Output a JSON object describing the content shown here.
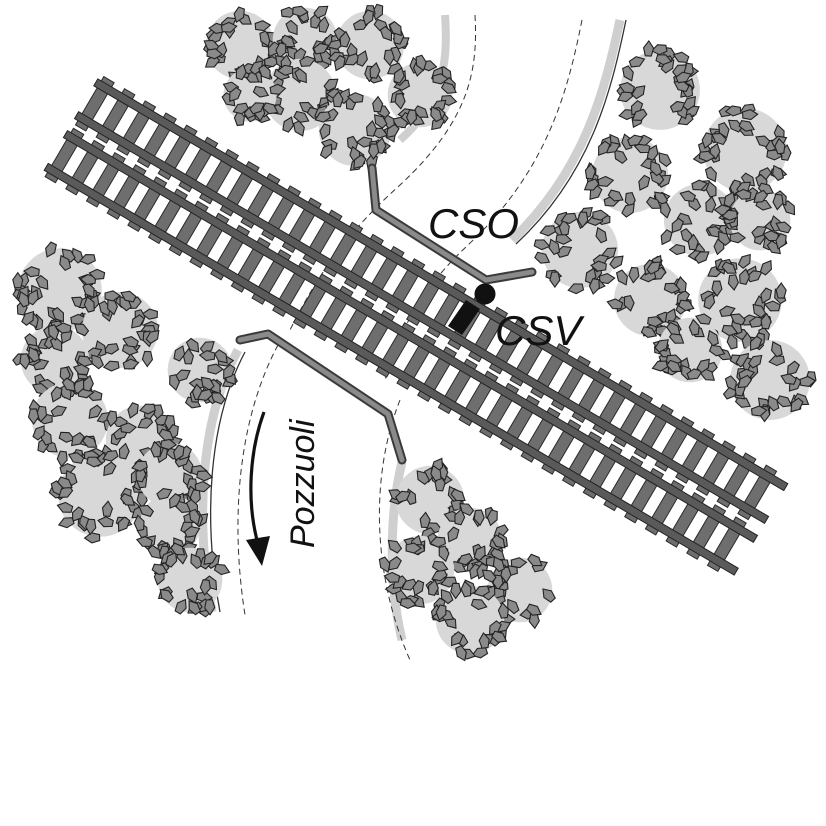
{
  "labels": {
    "cso": "CSO",
    "csv": "CSV",
    "direction": "Pozzuoli"
  },
  "colors": {
    "rail": "#5a5a5a",
    "tie": "#6e6e6e",
    "wall": "#777777",
    "verge": "#cfcfcf",
    "foliage": "#8a8a8a",
    "ink": "#111111"
  }
}
